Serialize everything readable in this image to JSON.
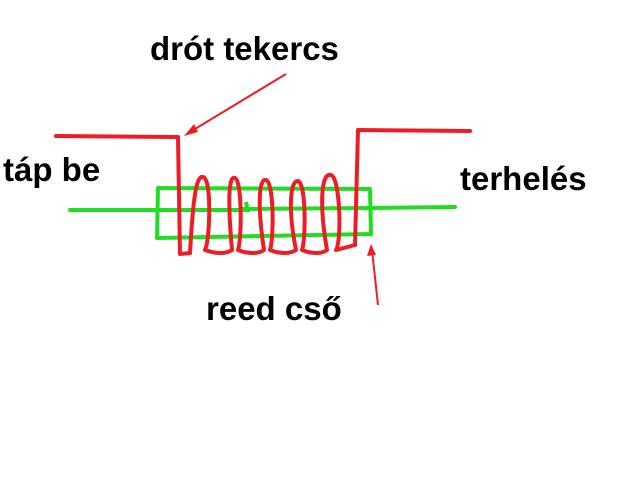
{
  "labels": {
    "coil": "drót tekercs",
    "supply": "táp be",
    "load": "terhelés",
    "reed": "reed cső"
  },
  "colors": {
    "wire": "#ee1c24",
    "reed": "#22dd22",
    "text": "#000000",
    "background": "#ffffff"
  }
}
